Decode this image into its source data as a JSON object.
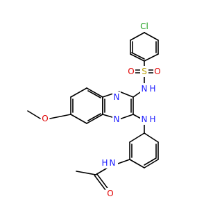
{
  "atom_labels": {
    "cl": "Cl",
    "s": "S",
    "o_sulfonyl_left": "O",
    "o_sulfonyl_right": "O",
    "nh_sulfonamide": "N",
    "h_sulfonamide": "H",
    "n_ring_top": "N",
    "n_ring_bottom": "N",
    "o_methoxy": "O",
    "nh_aniline": "N",
    "h_aniline": "H",
    "nh_amide": "N",
    "h_amide": "H",
    "o_carbonyl": "O"
  },
  "colors": {
    "bond": "#000000",
    "carbon": "#000000",
    "chlorine": "#1fa01f",
    "sulfur": "#b8a000",
    "oxygen": "#e00000",
    "nitrogen": "#1a1aff"
  }
}
